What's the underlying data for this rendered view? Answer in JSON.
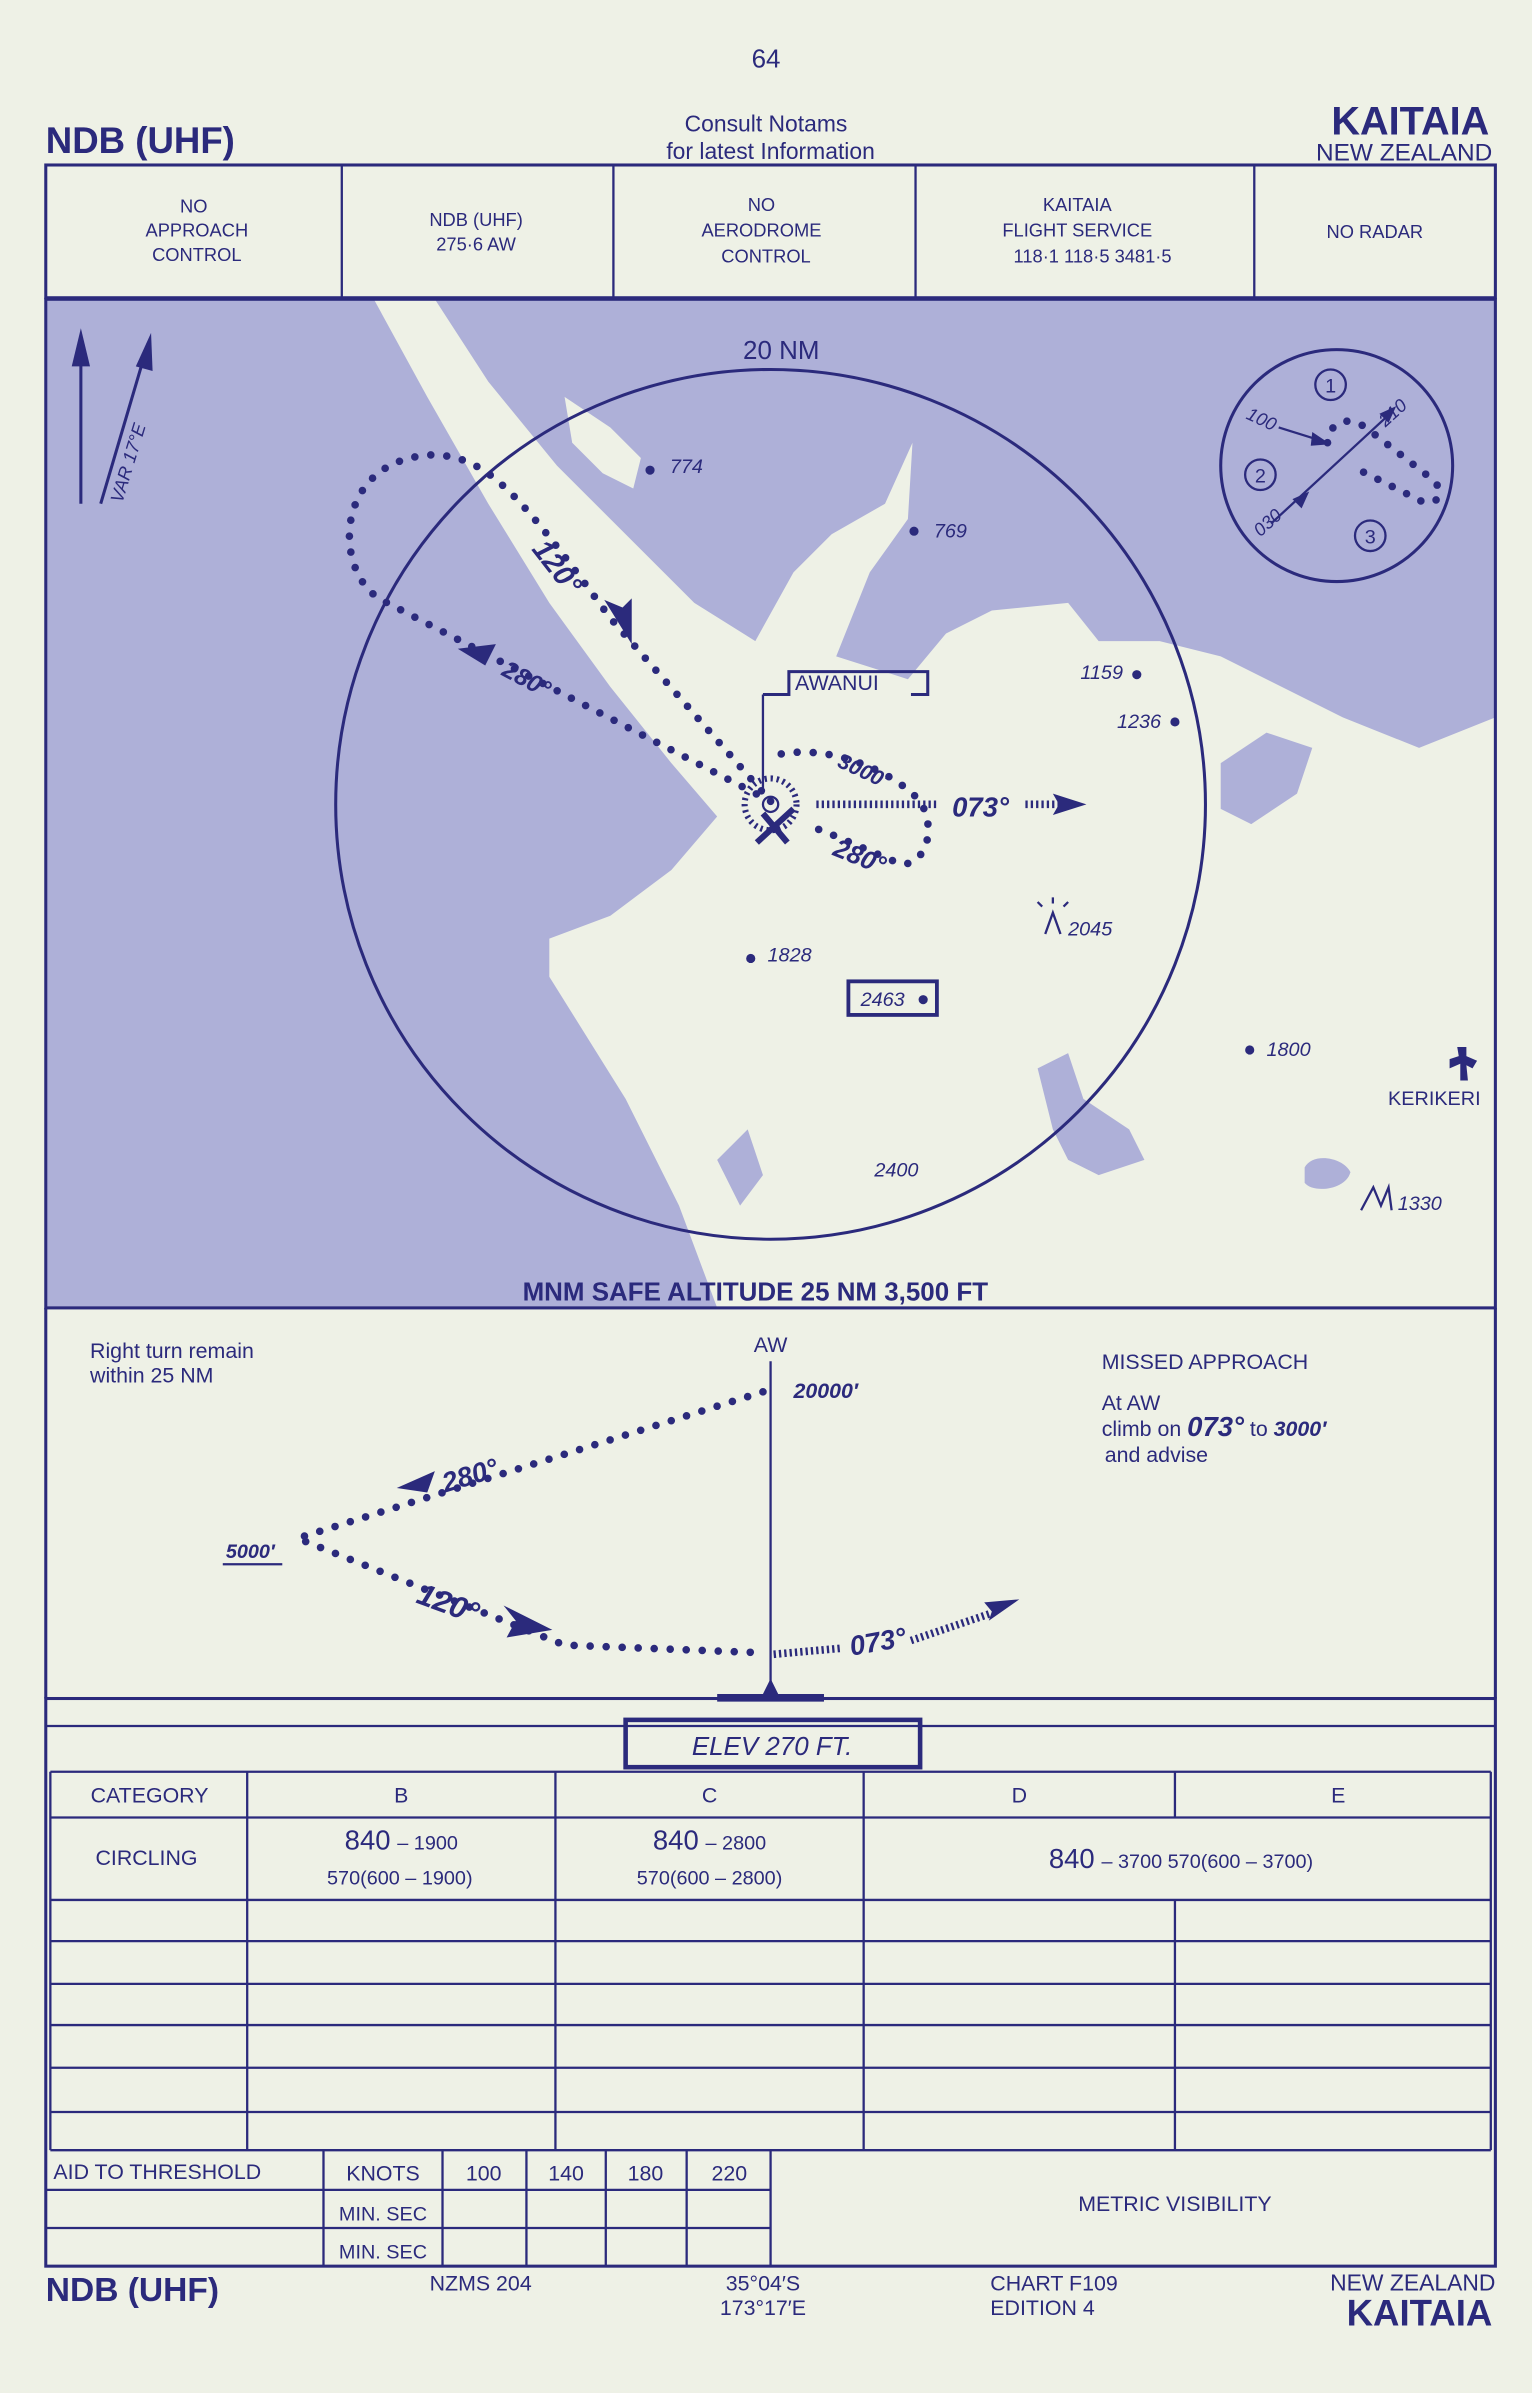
{
  "page_number": "64",
  "header": {
    "procedure": "NDB (UHF)",
    "notice_line1": "Consult  Notams",
    "notice_line2": "for latest Information",
    "location": "KAITAIA",
    "country": "NEW ZEALAND"
  },
  "info_boxes": [
    {
      "lines": [
        "NO",
        "APPROACH",
        "CONTROL"
      ]
    },
    {
      "lines": [
        "NDB (UHF)",
        "275·6  AW"
      ]
    },
    {
      "lines": [
        "NO",
        "AERODROME",
        "CONTROL"
      ]
    },
    {
      "lines": [
        "KAITAIA",
        "FLIGHT SERVICE",
        "118·1   118·5   3481·5"
      ]
    },
    {
      "lines": [
        "NO  RADAR"
      ]
    }
  ],
  "plan_view": {
    "variation": "VAR 17°E",
    "range_ring": "20 NM",
    "facility": "AWANUI",
    "elevations": [
      "774",
      "769",
      "1159",
      "1236",
      "1828",
      "2463",
      "2045",
      "1800",
      "2400",
      "1330"
    ],
    "place": "KERIKERI",
    "tracks": {
      "outbound": "120°",
      "inbound": "280°",
      "missed_alt": "3000′",
      "missed_turn": "280°",
      "missed_track": "073°"
    },
    "holding": {
      "numbers": [
        "1",
        "2",
        "3"
      ],
      "headings": [
        "100",
        "210",
        "030"
      ]
    },
    "msa": "MNM SAFE ALTITUDE 25 NM  3,500  FT"
  },
  "profile": {
    "note_line1": "Right turn remain",
    "note_line2": "within 25 NM",
    "fix": "AW",
    "start_alt": "20000′",
    "turn_alt": "5000′",
    "inbound": "280°",
    "outbound": "120°",
    "missed_track": "073°",
    "missed_title": "MISSED APPROACH",
    "missed_line1": "At AW",
    "missed_line2_a": "climb on",
    "missed_line2_b": "073°",
    "missed_line2_c": "to",
    "missed_line2_d": "3000′",
    "missed_line3": "and advise"
  },
  "minima": {
    "elevation": "ELEV   270   FT.",
    "headers": [
      "CATEGORY",
      "B",
      "C",
      "D",
      "E"
    ],
    "circling_label": "CIRCLING",
    "b_main": "840",
    "b_main_suffix": "– 1900",
    "b_sub": "570(600 – 1900)",
    "c_main": "840",
    "c_main_suffix": "– 2800",
    "c_sub": "570(600 – 2800)",
    "de_main": "840",
    "de_main_suffix": "– 3700   570(600 – 3700)"
  },
  "aid_to_threshold": {
    "label": "AID TO THRESHOLD",
    "knots_label": "KNOTS",
    "speeds": [
      "100",
      "140",
      "180",
      "220"
    ],
    "min_sec_label": "MIN. SEC",
    "metric_visibility": "METRIC  VISIBILITY"
  },
  "footer": {
    "procedure": "NDB (UHF)",
    "map_ref": "NZMS 204",
    "lat": "35°04′S",
    "lon": "173°17′E",
    "chart": "CHART  F109",
    "edition": "EDITION   4",
    "country": "NEW  ZEALAND",
    "location": "KAITAIA"
  },
  "colors": {
    "ink": "#2b2a7c",
    "water": "#aeb0d8",
    "paper": "#eef1e6"
  }
}
